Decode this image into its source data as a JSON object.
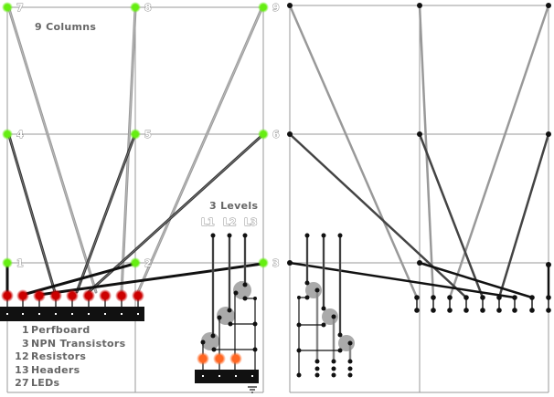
{
  "left_panel": {
    "title": "9 Columns",
    "column_labels": [
      "1",
      "2",
      "3",
      "4",
      "5",
      "6",
      "7",
      "8",
      "9"
    ],
    "levels_title": "3 Levels",
    "level_labels": [
      "L1",
      "L2",
      "L3"
    ],
    "parts_list": [
      {
        "qty": "1",
        "name": "Perfboard"
      },
      {
        "qty": "3",
        "name": "NPN Transistors"
      },
      {
        "qty": "12",
        "name": "Resistors"
      },
      {
        "qty": "13",
        "name": "Headers"
      },
      {
        "qty": "27",
        "name": "LEDs"
      }
    ]
  },
  "colors": {
    "column_node": "#66ee11",
    "led_red": "#cc0000",
    "led_orange": "#ff6622",
    "grid": "#999999",
    "wire_dark": "#111111",
    "wire_light": "#999999",
    "header": "#111111",
    "transistor": "#aaaaaa"
  },
  "icons": {
    "ground": "ground-icon"
  }
}
